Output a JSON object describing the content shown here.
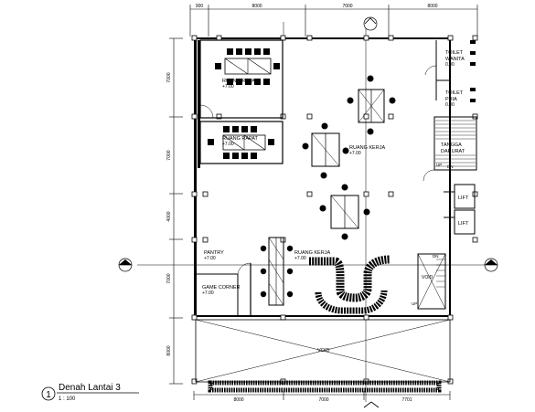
{
  "dimensions": {
    "top": [
      "900",
      "8000",
      "7000",
      "8000"
    ],
    "bottom": [
      "8000",
      "7000",
      "7701"
    ],
    "left": [
      "7000",
      "7000",
      "4000",
      "7000",
      "8000"
    ]
  },
  "rooms": {
    "ruang_rapat_1": {
      "name": "RUANG RAPAT",
      "level": "+7.00"
    },
    "ruang_rapat_2": {
      "name": "RUANG RAPAT",
      "level": "+7.00"
    },
    "ruang_kerja_1": {
      "name": "RUANG KERJA",
      "level": "+7.00"
    },
    "ruang_kerja_2": {
      "name": "RUANG KERJA",
      "level": "+7.00"
    },
    "pantry": {
      "name": "PANTRY",
      "level": "+7.00"
    },
    "game_corner": {
      "name": "GAME CORNER",
      "level": "+7.00"
    },
    "toilet_wanita": {
      "name_1": "TOILET",
      "name_2": "WANITA",
      "level": "0.00"
    },
    "toilet_pria": {
      "name_1": "TOILET",
      "name_2": "PRIA",
      "level": "0.00"
    },
    "tangga_darurat": {
      "name_1": "TANGGA",
      "name_2": "DARURAT",
      "level": "UP",
      "dn": "DN"
    },
    "lift_1": {
      "name": "LIFT"
    },
    "lift_2": {
      "name": "LIFT"
    },
    "void_small": {
      "name": "VOID",
      "dn": "DN",
      "up": "UP"
    },
    "void_large": {
      "name": "VOID"
    }
  },
  "title_block": {
    "number": "1",
    "title": "Denah Lantai 3",
    "scale": "1 : 100"
  }
}
